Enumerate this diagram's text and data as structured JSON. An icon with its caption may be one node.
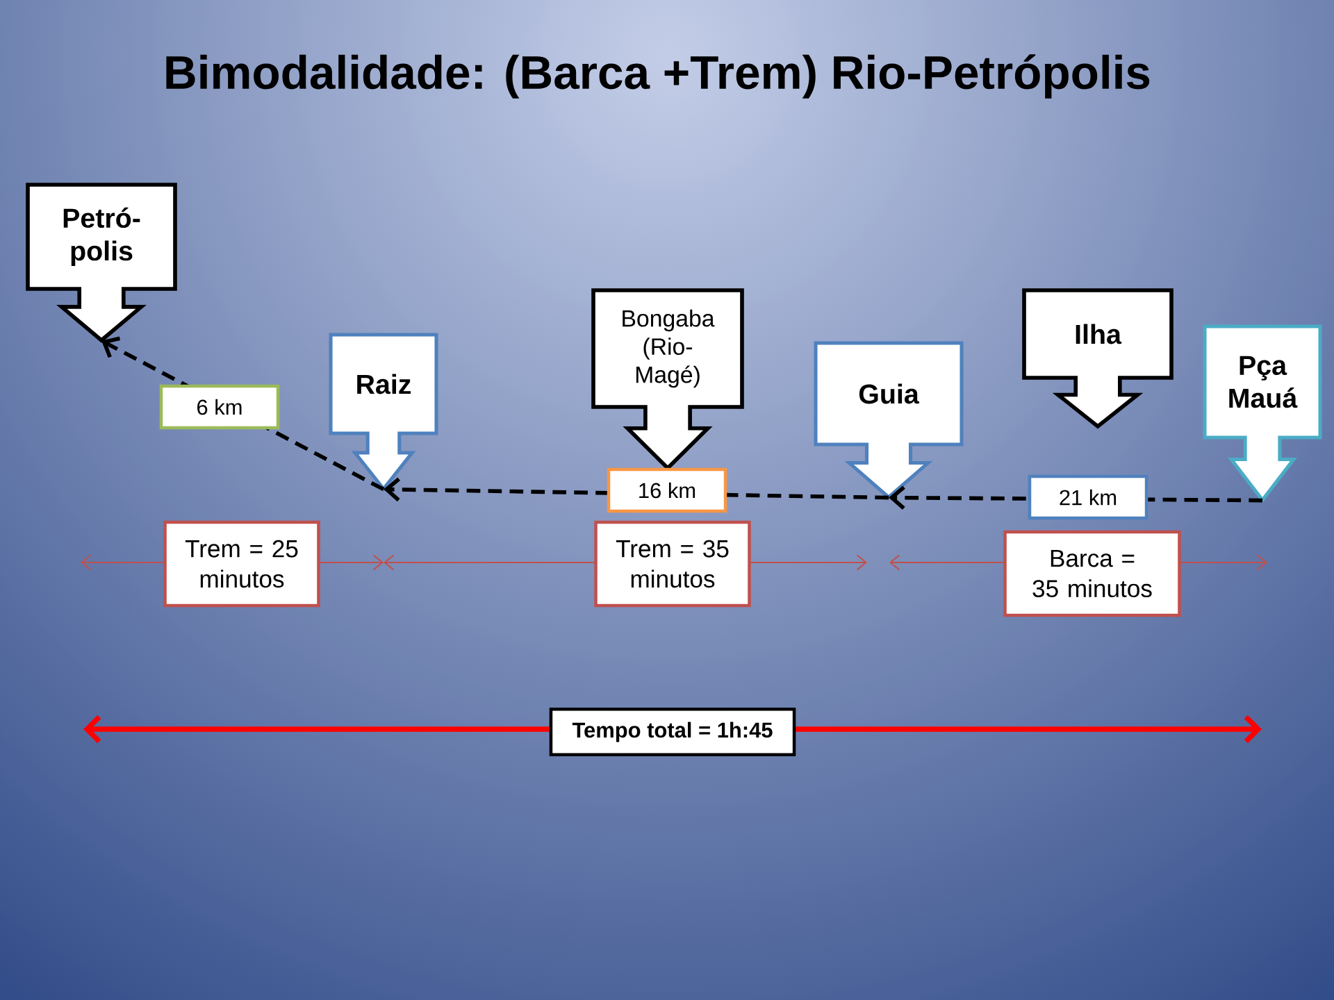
{
  "diagram": {
    "title": "Bimodalidade: (Barca +Trem) Rio-Petrópolis",
    "nodes": [
      {
        "text": [
          "Petró- polis"
        ]
      },
      {
        "text": [
          "Raiz"
        ]
      },
      {
        "text": [
          "Bongaba (Rio- Magé)"
        ]
      },
      {
        "text": [
          "Guia"
        ]
      },
      {
        "text": [
          "Ilha"
        ]
      },
      {
        "text": [
          "Pça Mauá"
        ]
      }
    ],
    "edges": [
      {
        "from": 5,
        "to": 3,
        "arrow": "to",
        "style": "dashed",
        "label": "21 km"
      },
      {
        "from": 3,
        "to": 1,
        "arrow": "to",
        "style": "dashed",
        "label": "16 km"
      },
      {
        "from": 1,
        "to": 0,
        "arrow": "to",
        "style": "dashed",
        "label": "6 km"
      }
    ],
    "labels": [
      "Trem = 25 minutos",
      "Trem = 35 minutos",
      "Barca = 35 minutos",
      "Tempo total = 1h:45"
    ]
  }
}
